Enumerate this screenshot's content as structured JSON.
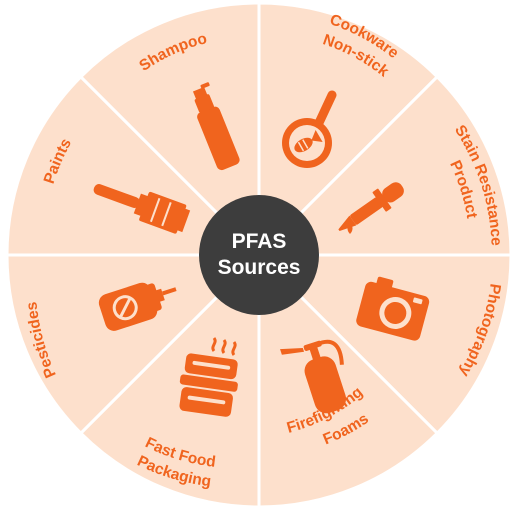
{
  "center": {
    "line1": "PFAS",
    "line2": "Sources"
  },
  "colors": {
    "wedge": "#fde0cc",
    "divider": "#ffffff",
    "accent": "#f0641e",
    "center": "#3d3d3d",
    "center_text": "#ffffff"
  },
  "segments": [
    {
      "key": "shampoo",
      "lines": [
        "Shampoo"
      ],
      "icon": "shampoo-bottle-icon"
    },
    {
      "key": "nonstick",
      "lines": [
        "Non-stick",
        "Cookware"
      ],
      "icon": "frying-pan-fish-icon"
    },
    {
      "key": "stain",
      "lines": [
        "Stain Resistance",
        "Product"
      ],
      "icon": "dropper-icon"
    },
    {
      "key": "photography",
      "lines": [
        "Photography"
      ],
      "icon": "camera-icon"
    },
    {
      "key": "firefighting",
      "lines": [
        "Firefighting",
        "Foams"
      ],
      "icon": "fire-extinguisher-icon"
    },
    {
      "key": "fastfood",
      "lines": [
        "Fast Food",
        "Packaging"
      ],
      "icon": "food-container-icon"
    },
    {
      "key": "pesticides",
      "lines": [
        "Pesticides"
      ],
      "icon": "spray-can-icon"
    },
    {
      "key": "paints",
      "lines": [
        "Paints"
      ],
      "icon": "paint-brush-icon"
    }
  ]
}
